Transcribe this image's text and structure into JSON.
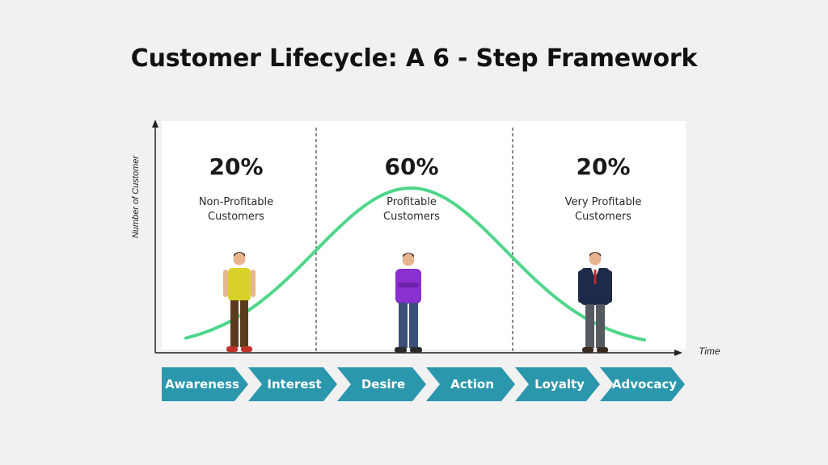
{
  "title": "Customer Lifecycle: A 6 - Step Framework",
  "axes": {
    "y_label": "Number of Customer",
    "x_label": "Time"
  },
  "segments": [
    {
      "percent": "20%",
      "label_line1": "Non-Profitable",
      "label_line2": "Customers",
      "shirt_color": "#d8d12a",
      "pants_color": "#5a3a1c",
      "shoe_color": "#c0322b"
    },
    {
      "percent": "60%",
      "label_line1": "Profitable",
      "label_line2": "Customers",
      "shirt_color": "#8a2fd0",
      "pants_color": "#3c4e7a",
      "shoe_color": "#2a2a2a"
    },
    {
      "percent": "20%",
      "label_line1": "Very Profitable",
      "label_line2": "Customers",
      "shirt_color": "#1e2a4a",
      "pants_color": "#555a60",
      "shoe_color": "#3a2a20"
    }
  ],
  "steps": [
    {
      "label": "Awareness"
    },
    {
      "label": "Interest"
    },
    {
      "label": "Desire"
    },
    {
      "label": "Action"
    },
    {
      "label": "Loyalty"
    },
    {
      "label": "Advocacy"
    }
  ],
  "colors": {
    "curve": "#4fd68a",
    "step": "#2a97ad",
    "axis": "#222222"
  }
}
